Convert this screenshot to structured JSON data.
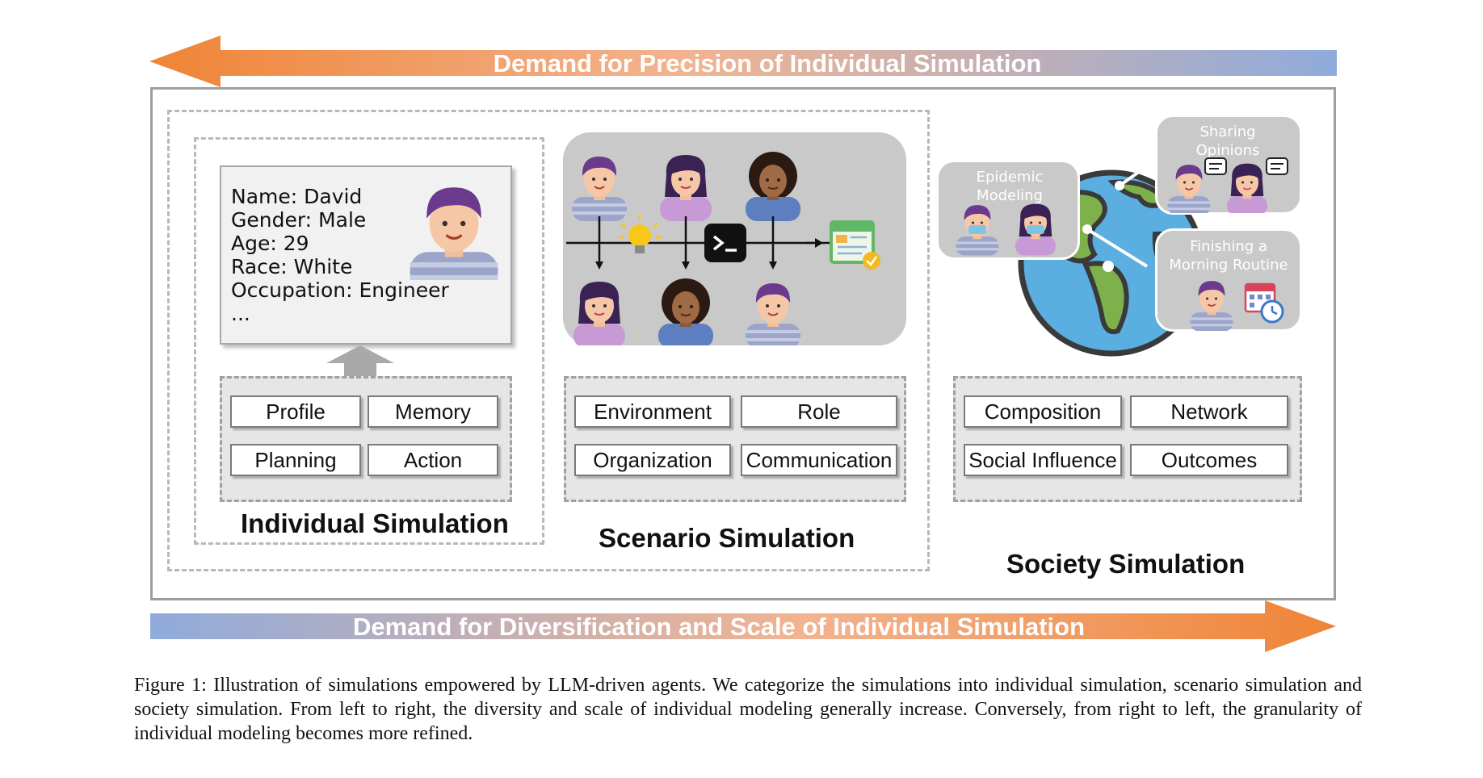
{
  "top_arrow": {
    "label": "Demand for Precision of Individual Simulation",
    "direction": "left"
  },
  "bottom_arrow": {
    "label": "Demand for Diversification and Scale of Individual Simulation",
    "direction": "right"
  },
  "colors": {
    "orange": "#ef8a3c",
    "blue": "#8fabdc",
    "skin": "#f6c7a6",
    "hair": "#6b3a8c",
    "shirt": "#9ba4c9"
  },
  "individual": {
    "title": "Individual Simulation",
    "profile": {
      "name": "Name: David",
      "gender": "Gender: Male",
      "age": "Age: 29",
      "race": "Race: White",
      "occupation": "Occupation: Engineer",
      "more": "..."
    },
    "components": [
      "Profile",
      "Memory",
      "Planning",
      "Action"
    ]
  },
  "scenario": {
    "title": "Scenario Simulation",
    "components": [
      "Environment",
      "Role",
      "Organization",
      "Communication"
    ],
    "icons": [
      "lightbulb-icon",
      "terminal-icon",
      "code-window-icon"
    ]
  },
  "society": {
    "title": "Society Simulation",
    "bubbles": [
      "Epidemic Modeling",
      "Sharing Opinions",
      "Finishing a Morning Routine"
    ],
    "components": [
      "Composition",
      "Network",
      "Social Influence",
      "Outcomes"
    ]
  },
  "caption": "Figure 1: Illustration of simulations empowered by LLM-driven agents. We categorize the simulations into individual simulation, scenario simulation and society simulation. From left to right, the diversity and scale of individual modeling generally increase. Conversely, from right to left, the granularity of individual modeling becomes more refined."
}
